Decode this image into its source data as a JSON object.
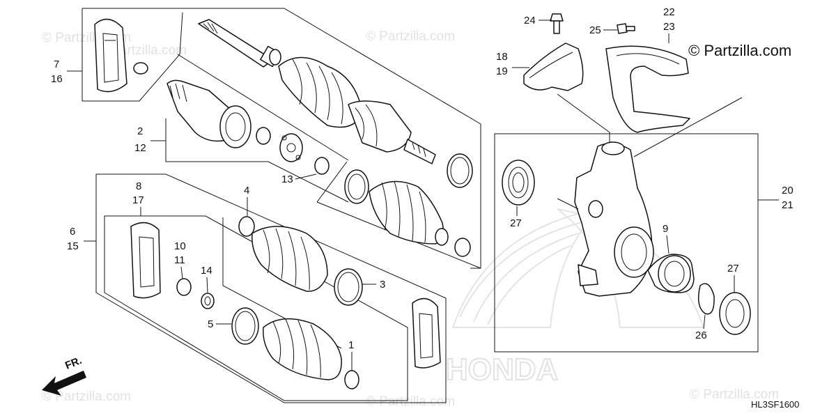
{
  "watermark": {
    "brand": "© Partzilla.com",
    "faint": "© Partzilla.com",
    "logo_text": "HONDA"
  },
  "diagram_code": "HL3SF1600",
  "direction_label": "FR.",
  "callouts": {
    "c7": "7",
    "c16": "16",
    "c2": "2",
    "c12": "12",
    "c13": "13",
    "c8": "8",
    "c17": "17",
    "c6": "6",
    "c15": "15",
    "c10": "10",
    "c11": "11",
    "c14": "14",
    "c4": "4",
    "c3": "3",
    "c5": "5",
    "c1": "1",
    "c18": "18",
    "c19": "19",
    "c24": "24",
    "c25": "25",
    "c22": "22",
    "c23": "23",
    "c20": "20",
    "c21": "21",
    "c27a": "27",
    "c27b": "27",
    "c9": "9",
    "c26": "26"
  }
}
